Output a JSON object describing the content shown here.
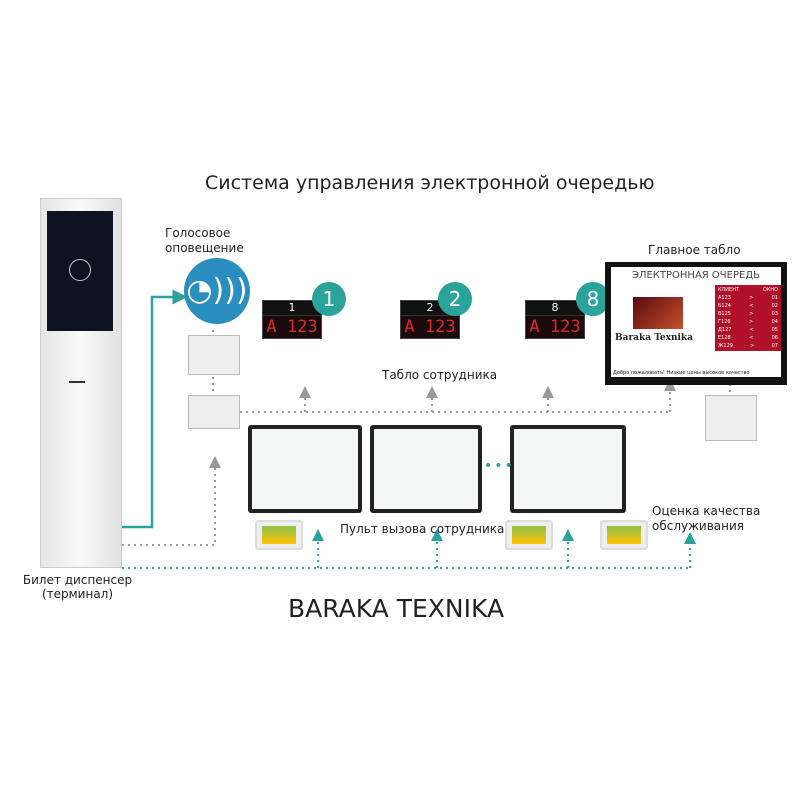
{
  "title": "Система управления электронной очередью",
  "kiosk": {
    "label_line1": "Билет диспенсер",
    "label_line2": "(терминал)"
  },
  "voice": {
    "label_line1": "Голосовое",
    "label_line2": "оповещение"
  },
  "staff_boards": {
    "label": "Табло сотрудника",
    "items": [
      {
        "badge": "1",
        "number": "1",
        "code": "A 123"
      },
      {
        "badge": "2",
        "number": "2",
        "code": "A 123"
      },
      {
        "badge": "8",
        "number": "8",
        "code": "A 123"
      }
    ]
  },
  "main_board": {
    "label": "Главное табло",
    "header": "ЭЛЕКТРОННАЯ ОЧЕРЕДЬ",
    "col_client": "КЛИЕНТ",
    "col_window": "ОКНО",
    "rows": [
      [
        "А123",
        ">",
        "01"
      ],
      [
        "Б124",
        "<",
        "02"
      ],
      [
        "В125",
        ">",
        "03"
      ],
      [
        "Г126",
        ">",
        "04"
      ],
      [
        "Д127",
        "<",
        "05"
      ],
      [
        "Е128",
        "<",
        "06"
      ],
      [
        "Ж129",
        ">",
        "07"
      ]
    ],
    "brand": "Baraka Texnika",
    "ticker": "Добро пожаловать! Низкие цены высокое качество"
  },
  "call_panel": {
    "label": "Пульт вызова сотрудника",
    "ellipsis": "•••"
  },
  "rating": {
    "label_line1": "Оценка качества",
    "label_line2": "обслуживания"
  },
  "brand": "BARAKA TEXNIKA",
  "colors": {
    "teal": "#2aa39b",
    "gray": "#999999",
    "red": "#b0102a"
  }
}
